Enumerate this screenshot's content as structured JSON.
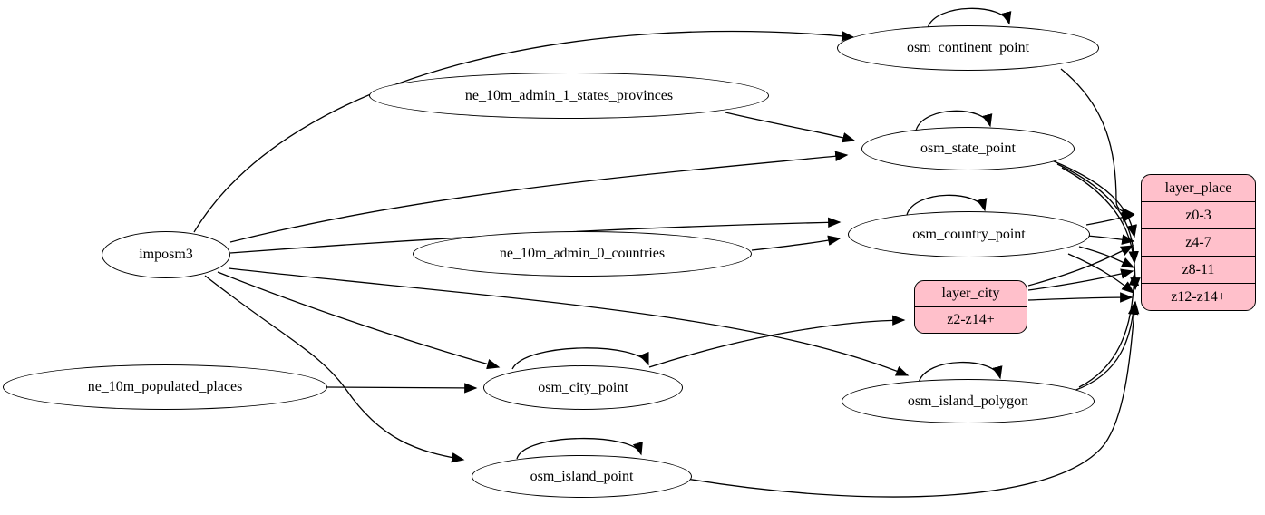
{
  "diagram": {
    "colors": {
      "record_fill": "#ffc0cb",
      "node_fill": "#ffffff",
      "edge_color": "#000000",
      "background": "#ffffff"
    },
    "nodes": {
      "imposm3": {
        "label": "imposm3"
      },
      "ne_10m_admin_1_states_provinces": {
        "label": "ne_10m_admin_1_states_provinces"
      },
      "ne_10m_admin_0_countries": {
        "label": "ne_10m_admin_0_countries"
      },
      "ne_10m_populated_places": {
        "label": "ne_10m_populated_places"
      },
      "osm_continent_point": {
        "label": "osm_continent_point"
      },
      "osm_state_point": {
        "label": "osm_state_point"
      },
      "osm_country_point": {
        "label": "osm_country_point"
      },
      "osm_city_point": {
        "label": "osm_city_point"
      },
      "osm_island_polygon": {
        "label": "osm_island_polygon"
      },
      "osm_island_point": {
        "label": "osm_island_point"
      },
      "layer_city": {
        "title": "layer_city",
        "rows": [
          "z2-z14+"
        ]
      },
      "layer_place": {
        "title": "layer_place",
        "rows": [
          "z0-3",
          "z4-7",
          "z8-11",
          "z12-z14+"
        ]
      }
    },
    "self_loops": [
      "osm_continent_point",
      "osm_state_point",
      "osm_country_point",
      "osm_city_point",
      "osm_island_polygon",
      "osm_island_point"
    ],
    "edges": [
      {
        "from": "imposm3",
        "to": "osm_continent_point"
      },
      {
        "from": "imposm3",
        "to": "osm_state_point"
      },
      {
        "from": "imposm3",
        "to": "osm_country_point"
      },
      {
        "from": "imposm3",
        "to": "osm_city_point"
      },
      {
        "from": "imposm3",
        "to": "osm_island_polygon"
      },
      {
        "from": "imposm3",
        "to": "osm_island_point"
      },
      {
        "from": "ne_10m_admin_1_states_provinces",
        "to": "osm_state_point"
      },
      {
        "from": "ne_10m_admin_0_countries",
        "to": "osm_country_point"
      },
      {
        "from": "ne_10m_populated_places",
        "to": "osm_city_point"
      },
      {
        "from": "osm_city_point",
        "to": "layer_city",
        "to_port": "z2-z14+"
      },
      {
        "from": "osm_continent_point",
        "to": "layer_place",
        "to_port": "z0-3"
      },
      {
        "from": "osm_country_point",
        "to": "layer_place",
        "to_port": "z0-3"
      },
      {
        "from": "osm_country_point",
        "to": "layer_place",
        "to_port": "z4-7"
      },
      {
        "from": "osm_country_point",
        "to": "layer_place",
        "to_port": "z8-11"
      },
      {
        "from": "osm_country_point",
        "to": "layer_place",
        "to_port": "z12-z14+"
      },
      {
        "from": "osm_state_point",
        "to": "layer_place",
        "to_port": "z4-7"
      },
      {
        "from": "osm_state_point",
        "to": "layer_place",
        "to_port": "z8-11"
      },
      {
        "from": "osm_state_point",
        "to": "layer_place",
        "to_port": "z12-z14+"
      },
      {
        "from": "layer_city",
        "to": "layer_place",
        "to_port": "z4-7"
      },
      {
        "from": "layer_city",
        "to": "layer_place",
        "to_port": "z8-11"
      },
      {
        "from": "layer_city",
        "to": "layer_place",
        "to_port": "z12-z14+"
      },
      {
        "from": "osm_island_polygon",
        "to": "layer_place",
        "to_port": "z8-11"
      },
      {
        "from": "osm_island_polygon",
        "to": "layer_place",
        "to_port": "z12-z14+"
      },
      {
        "from": "osm_island_point",
        "to": "layer_place",
        "to_port": "z12-z14+"
      }
    ]
  }
}
